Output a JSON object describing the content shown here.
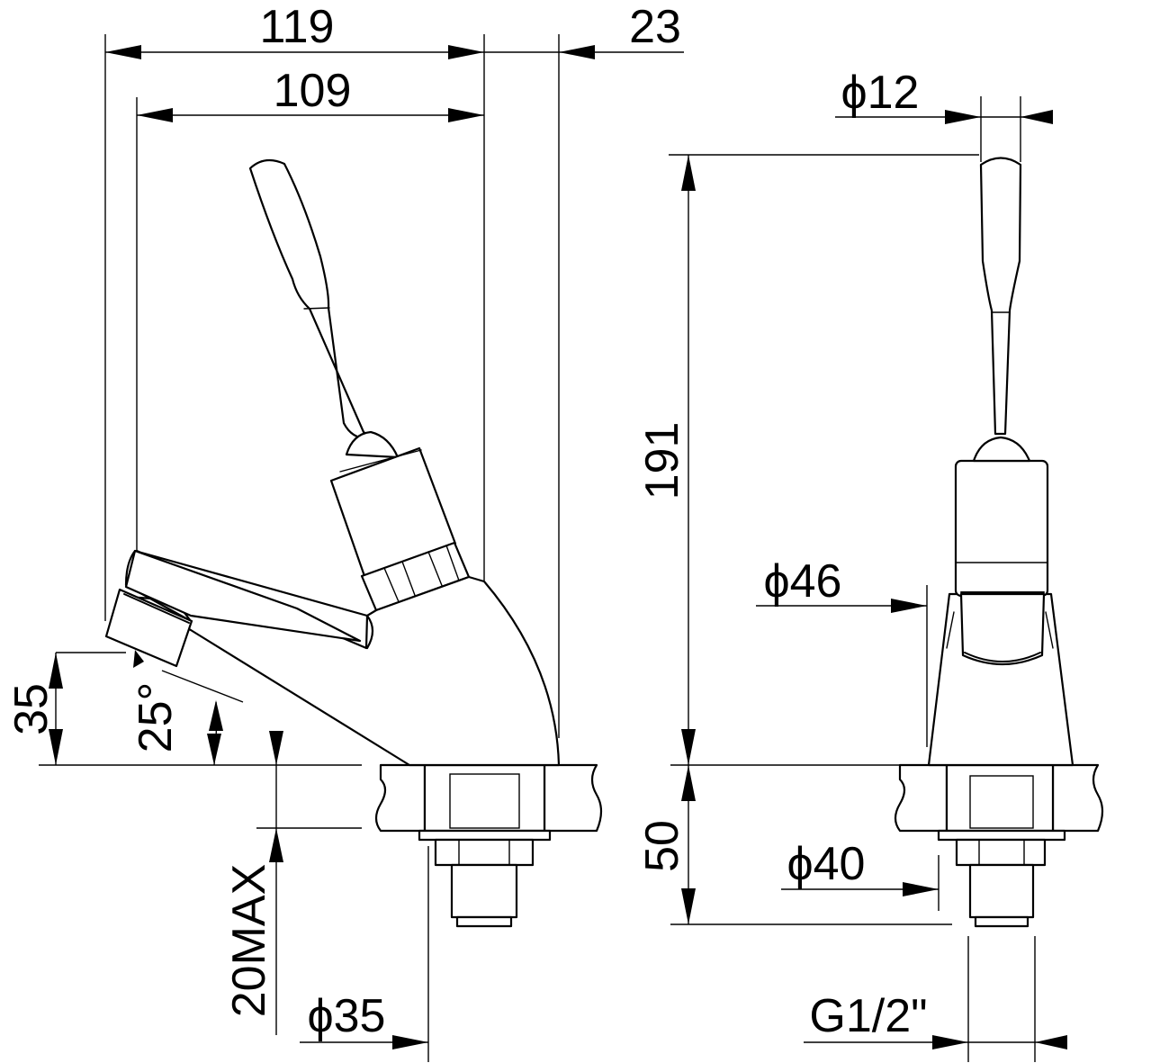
{
  "diagram": {
    "type": "technical-drawing",
    "views": [
      "side-view",
      "front-view"
    ],
    "line_color": "#000000",
    "background": "#ffffff"
  },
  "dimensions": {
    "overall_reach": "119",
    "spout_reach": "109",
    "rear_offset": "23",
    "lever_diameter": "ϕ12",
    "total_height": "191",
    "body_diameter": "ϕ46",
    "spout_height": "35",
    "spout_angle": "25°",
    "deck_thickness_max": "20MAX",
    "base_diameter": "ϕ35",
    "shank_length": "50",
    "flange_diameter": "ϕ40",
    "thread": "G1/2\""
  }
}
